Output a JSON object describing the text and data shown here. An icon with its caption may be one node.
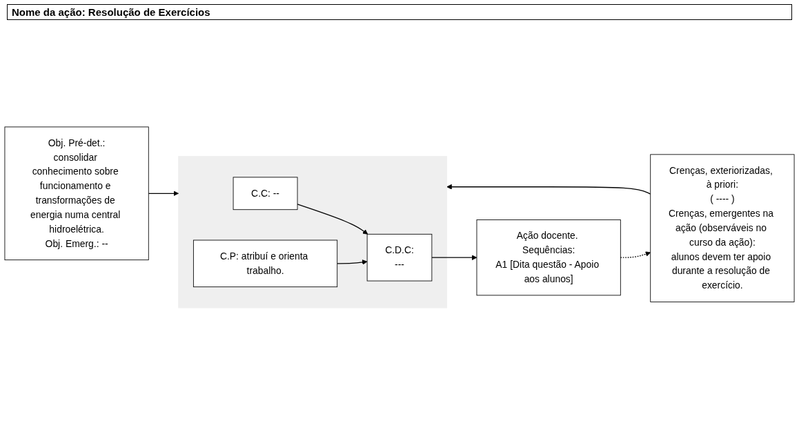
{
  "diagram": {
    "title": "Nome da ação: Resolução de Exercícios",
    "nodes": [
      {
        "text": [],
        "shape": "box"
      },
      {
        "text": [
          "Obj. Pré-det.:",
          "consolidar conhecimento sobre funcionamento e transformações de energia numa central hidroelétrica.",
          "Obj. Emerg.: --"
        ]
      },
      {
        "text": [
          "C.C: --"
        ],
        "in": 0
      },
      {
        "text": [
          "C.D.C:",
          "---"
        ],
        "in": 0
      },
      {
        "text": [
          "C.P: atribuí e orienta trabalho."
        ],
        "in": 0
      },
      {
        "text": [
          "Crenças, exteriorizadas, à priori:",
          "( ---- )",
          "Crenças, emergentes na ação (observáveis no curso da ação):",
          "alunos devem ter apoio durante a resolução de exercício."
        ]
      },
      {
        "text": [
          "Ação docente. Sequências:",
          "A1 [Dita questão - Apoio aos alunos]"
        ]
      }
    ],
    "edges": [
      {
        "from": 2,
        "to": 3,
        "arrow": "to"
      },
      {
        "from": 4,
        "to": 3,
        "arrow": "to"
      },
      {
        "from": 1,
        "to": 0,
        "arrow": "to"
      },
      {
        "from": 5,
        "to": 0,
        "arrow": "to"
      },
      {
        "from": 3,
        "to": 6,
        "arrow": "to"
      },
      {
        "from": 6,
        "to": 5,
        "arrow": "to",
        "style": "dashed"
      }
    ]
  }
}
